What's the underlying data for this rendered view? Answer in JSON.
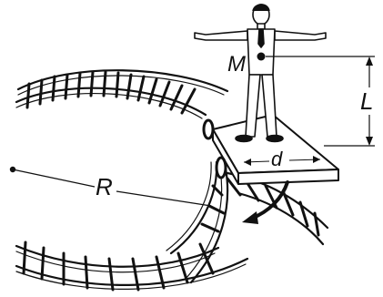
{
  "figure": {
    "labels": {
      "mass": "M",
      "height": "L",
      "radius": "R",
      "width": "d"
    },
    "colors": {
      "ink": "#111111",
      "background": "#ffffff"
    }
  }
}
